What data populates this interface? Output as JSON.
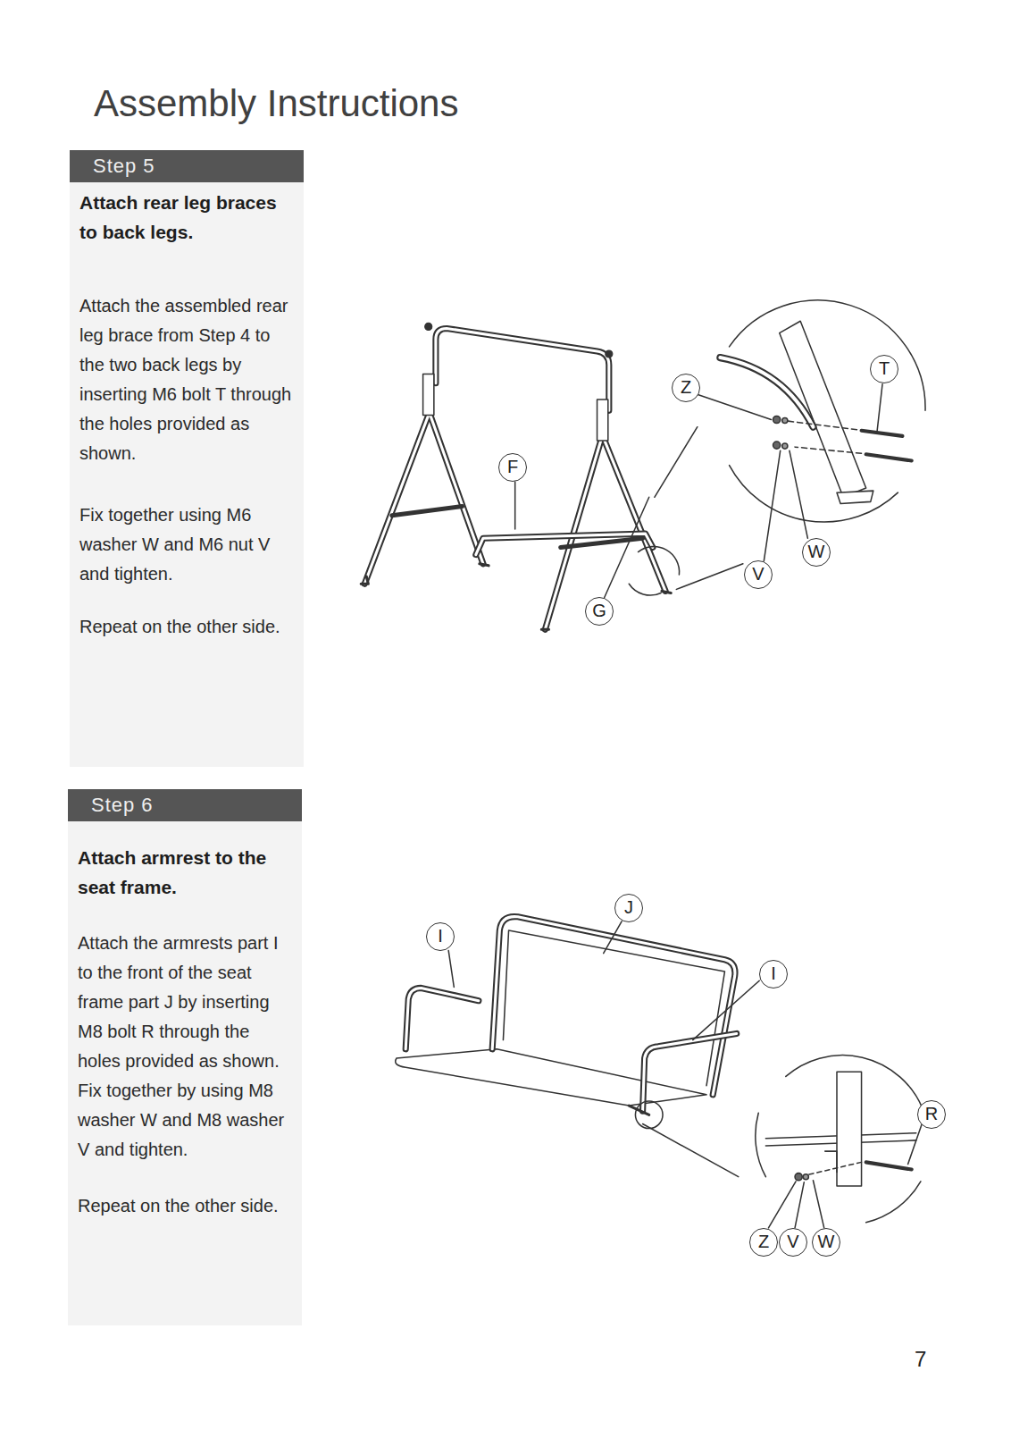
{
  "diagram": {
    "title": "Assembly Instructions",
    "nodes": [
      {
        "text": [
          "Attach rear leg braces to back legs.",
          "Attach the assembled rear leg brace from Step 4 to the two back legs by inserting M6 bolt T through the holes provided as shown.",
          "Fix together using M6 washer W and M6 nut V and tighten.",
          "Repeat on the other side."
        ]
      },
      {
        "text": [
          "Step 5"
        ],
        "in": 0
      },
      {
        "text": [
          "Attach armrest to the seat frame.",
          "Attach the armrests part I to the front of the seat frame part J by inserting M8 bolt R through the holes provided as shown. Fix together by using M8 washer W and M8 washer V and tighten.",
          "Repeat on the other side."
        ]
      },
      {
        "text": [
          "Step 6"
        ],
        "in": 2
      }
    ],
    "labels": [
      "Z",
      "T",
      "F",
      "W",
      "V",
      "G",
      "J",
      "I",
      "I",
      "R",
      "Z",
      "V",
      "W",
      "7"
    ]
  }
}
